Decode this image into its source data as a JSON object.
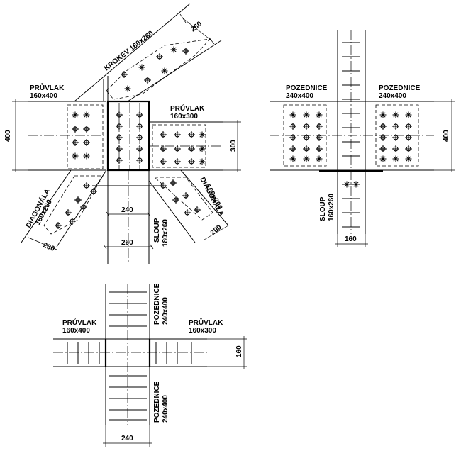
{
  "detail_a": {
    "rafter_label": "KROKEV 160x260",
    "rafter_dim": "260",
    "beam_left_name": "PRŮVLAK",
    "beam_left_size": "160x400",
    "beam_right_name": "PRŮVLAK",
    "beam_right_size": "160x300",
    "dim_height_left": "400",
    "dim_height_right": "300",
    "diag_left_name": "DIAGONÁLA",
    "diag_left_size": "160x200",
    "diag_left_dim": "200",
    "diag_right_name": "DIAGONÁLA",
    "diag_right_size": "160x200",
    "diag_right_dim": "200",
    "column_inner_dim": "240",
    "column_outer_dim": "260",
    "column_name": "SLOUP",
    "column_size": "180x260"
  },
  "detail_b": {
    "purlin_left_name": "POZEDNICE",
    "purlin_left_size": "240x400",
    "purlin_right_name": "POZEDNICE",
    "purlin_right_size": "240x400",
    "dim_height": "400",
    "column_name": "SLOUP",
    "column_size": "160x260",
    "column_dim": "160"
  },
  "detail_c": {
    "beam_left_name": "PRŮVLAK",
    "beam_left_size": "160x400",
    "beam_right_name": "PRŮVLAK",
    "beam_right_size": "160x300",
    "purlin_top_name": "POZEDNICE",
    "purlin_top_size": "240x400",
    "purlin_bottom_name": "POZEDNICE",
    "purlin_bottom_size": "240x400",
    "dim_height": "160",
    "dim_width": "240"
  }
}
